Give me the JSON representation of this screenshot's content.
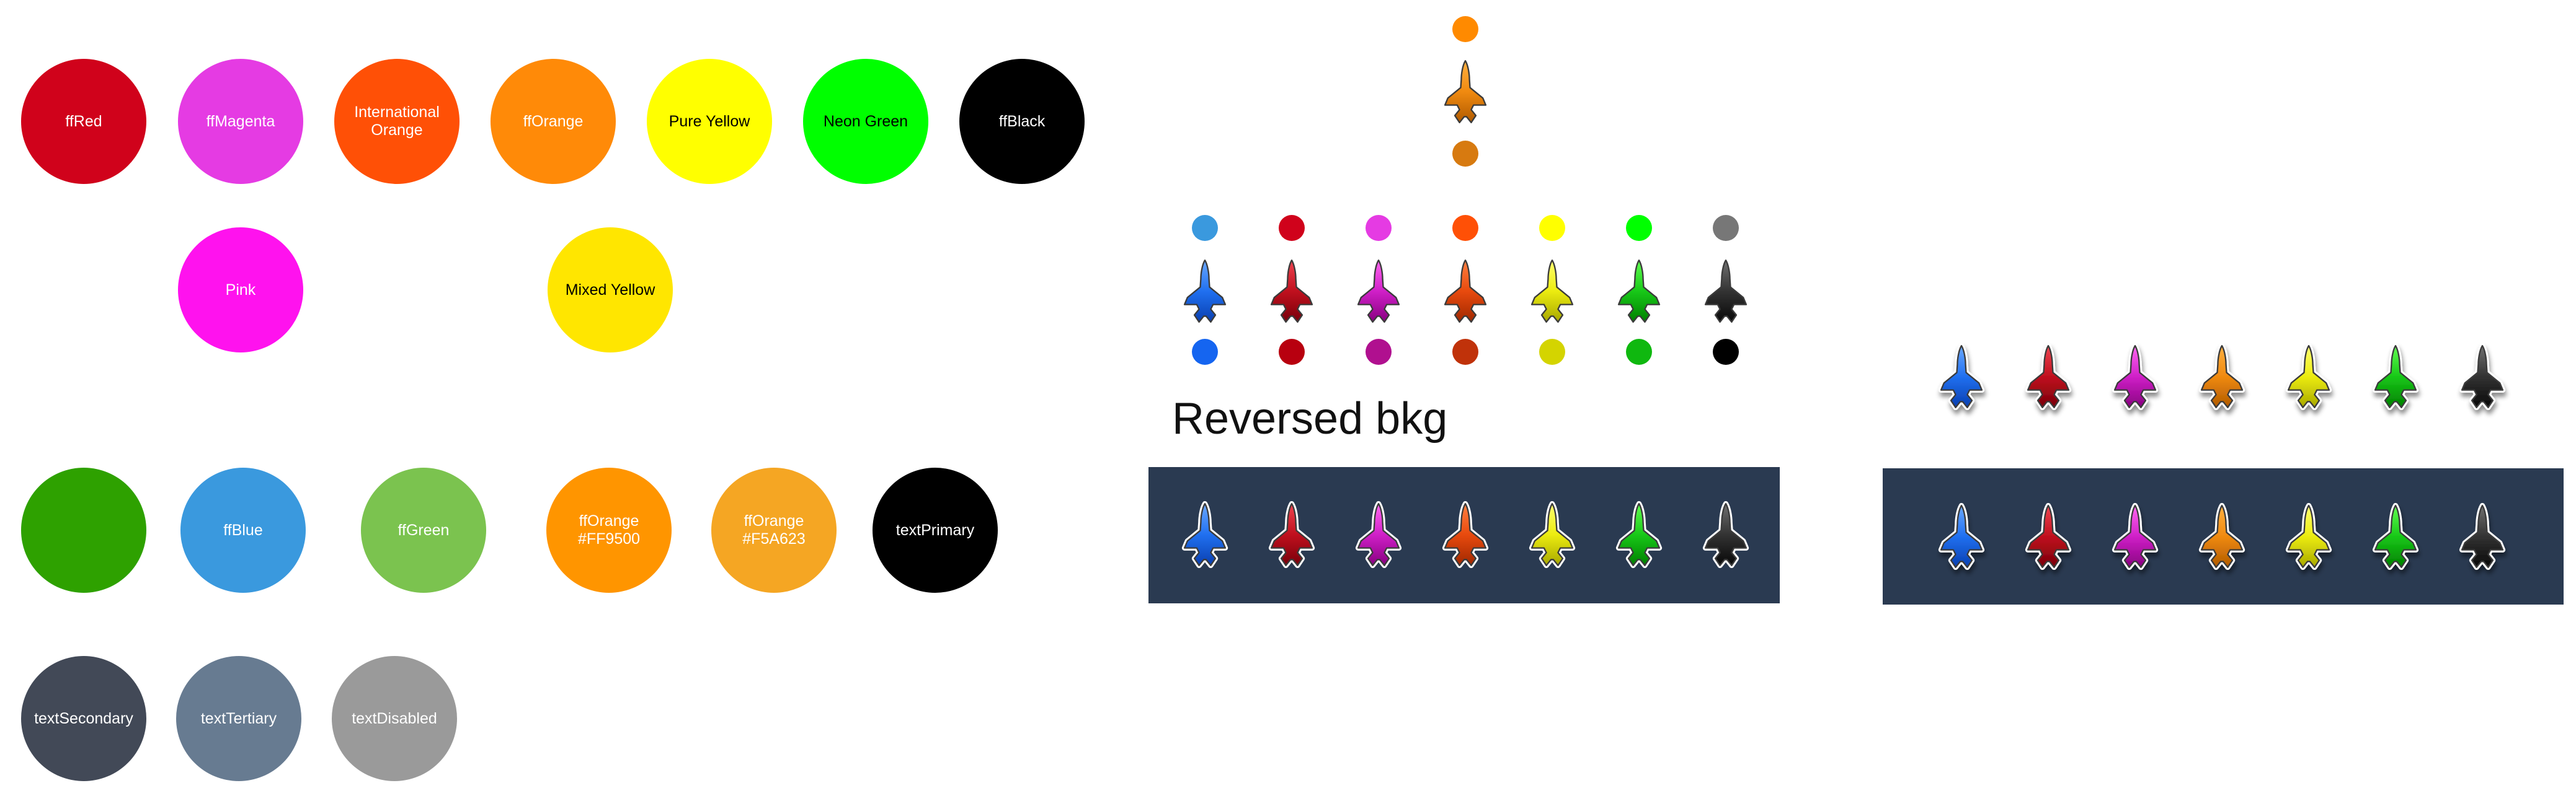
{
  "swatches": [
    {
      "label": "ffRed",
      "color": "#D0021B",
      "text_color": "#FFFFFF"
    },
    {
      "label": "ffMagenta",
      "color": "#E53BE3",
      "text_color": "#FFFFFF"
    },
    {
      "label": "International Orange",
      "color": "#FF5006",
      "text_color": "#FFFFFF"
    },
    {
      "label": "ffOrange",
      "color": "#FF8A08",
      "text_color": "#FFFFFF"
    },
    {
      "label": "Pure Yellow",
      "color": "#FFFF00",
      "text_color": "#000000"
    },
    {
      "label": "Neon Green",
      "color": "#00FF00",
      "text_color": "#000000"
    },
    {
      "label": "ffBlack",
      "color": "#000000",
      "text_color": "#FFFFFF"
    },
    {
      "label": "Pink",
      "color": "#FF12EE",
      "text_color": "#FFFFFF"
    },
    {
      "label": "Mixed Yellow",
      "color": "#FFE600",
      "text_color": "#000000"
    },
    {
      "label": "",
      "color": "#2EA100",
      "text_color": "#FFFFFF"
    },
    {
      "label": "ffBlue",
      "color": "#3A99DE",
      "text_color": "#FFFFFF"
    },
    {
      "label": "ffGreen",
      "color": "#7BC34F",
      "text_color": "#FFFFFF"
    },
    {
      "label": "ffOrange #FF9500",
      "color": "#FF9500",
      "text_color": "#FFFFFF"
    },
    {
      "label": "ffOrange #F5A623",
      "color": "#F5A623",
      "text_color": "#FFFFFF"
    },
    {
      "label": "textPrimary",
      "color": "#000000",
      "text_color": "#FFFFFF"
    },
    {
      "label": "textSecondary",
      "color": "#424957",
      "text_color": "#FFFFFF"
    },
    {
      "label": "textTertiary",
      "color": "#677B91",
      "text_color": "#FFFFFF"
    },
    {
      "label": "textDisabled",
      "color": "#9A9A9A",
      "text_color": "#FFFFFF"
    }
  ],
  "jet_colors": {
    "blue": {
      "light": "#6aa8ff",
      "base": "#2070f0",
      "dark": "#0a3fb0"
    },
    "red": {
      "light": "#ee4450",
      "base": "#c0101e",
      "dark": "#78000a"
    },
    "magenta": {
      "light": "#ff66f0",
      "base": "#d020c8",
      "dark": "#880080"
    },
    "intl-orange": {
      "light": "#ff8040",
      "base": "#e84a0e",
      "dark": "#a02800"
    },
    "orange": {
      "light": "#ffb040",
      "base": "#f08a10",
      "dark": "#b05a00"
    },
    "yellow": {
      "light": "#ffff70",
      "base": "#ecec10",
      "dark": "#a8a800"
    },
    "green": {
      "light": "#60ff50",
      "base": "#18c818",
      "dark": "#008000"
    },
    "black": {
      "light": "#707070",
      "base": "#333333",
      "dark": "#080808"
    }
  },
  "center_group": {
    "top_dot": {
      "top": "#FF8A00",
      "bottom": "#D77A10",
      "jet": "orange"
    },
    "items": [
      {
        "jet": "blue",
        "top": "#3A99DE",
        "bottom": "#1565F0"
      },
      {
        "jet": "red",
        "top": "#D0021B",
        "bottom": "#B8000F"
      },
      {
        "jet": "magenta",
        "top": "#E53BE3",
        "bottom": "#B0108F"
      },
      {
        "jet": "intl-orange",
        "top": "#FF5006",
        "bottom": "#C0320A"
      },
      {
        "jet": "yellow",
        "top": "#FFFF00",
        "bottom": "#D4D400"
      },
      {
        "jet": "green",
        "top": "#00FF00",
        "bottom": "#0FB80F"
      },
      {
        "jet": "black",
        "top": "#777777",
        "bottom": "#000000"
      }
    ]
  },
  "reversed_heading": "Reversed bkg",
  "panel_color": "#2A3A51",
  "right_white_row": [
    "blue",
    "red",
    "magenta",
    "orange",
    "yellow",
    "green",
    "black"
  ],
  "center_panel_row": [
    "blue",
    "red",
    "magenta",
    "intl-orange",
    "yellow",
    "green",
    "black"
  ],
  "right_panel_row": [
    "blue",
    "red",
    "magenta",
    "orange",
    "yellow",
    "green",
    "black"
  ]
}
